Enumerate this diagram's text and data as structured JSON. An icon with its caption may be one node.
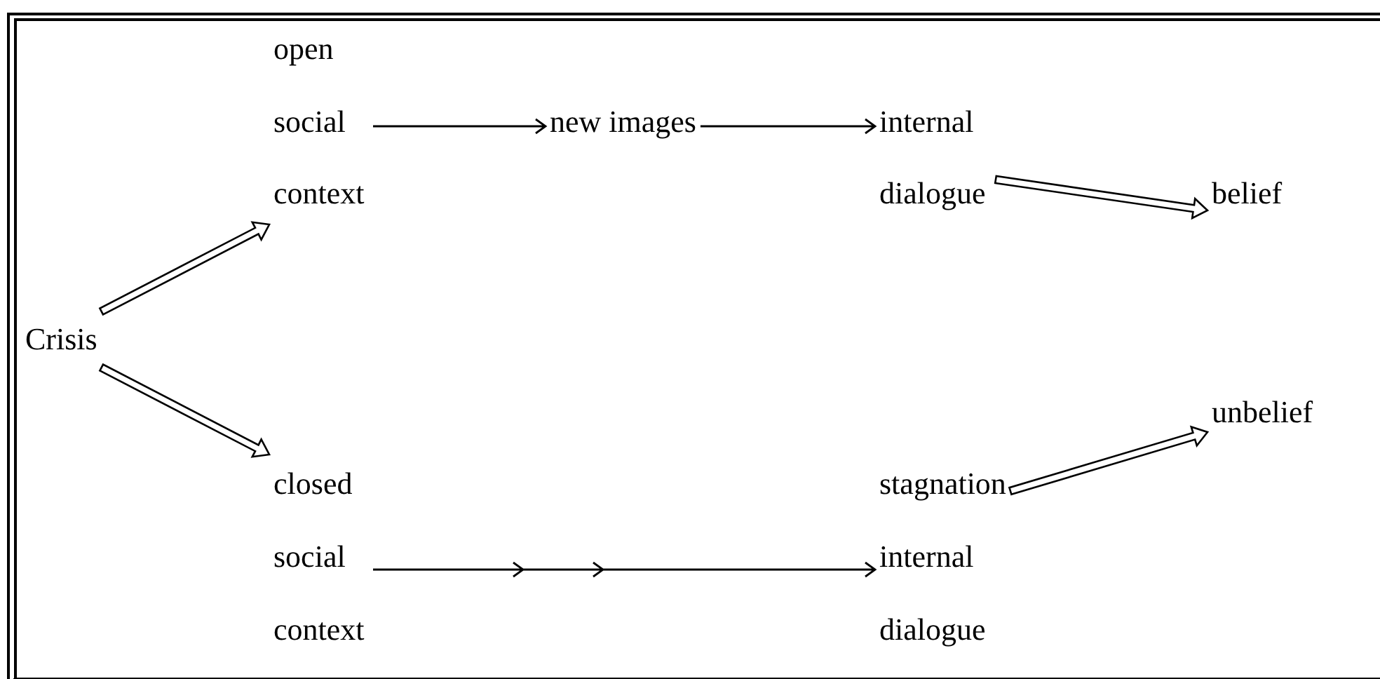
{
  "diagram": {
    "nodes": [
      {
        "text": [
          "open social context"
        ]
      },
      {
        "text": [
          "new images"
        ]
      },
      {
        "text": [
          "internal dialogue"
        ]
      },
      {
        "text": [
          "belief"
        ]
      },
      {
        "text": [
          "Crisis"
        ]
      },
      {
        "text": [
          "unbelief"
        ]
      },
      {
        "text": [
          "closed social context"
        ]
      },
      {
        "text": [
          "stagnation"
        ]
      },
      {
        "text": [
          "internal dialogue"
        ]
      }
    ],
    "edges": [
      {
        "from": 0,
        "to": 1,
        "arrow": "to"
      },
      {
        "from": 1,
        "to": 2,
        "arrow": "to"
      },
      {
        "from": 2,
        "to": 3,
        "arrow": "to"
      },
      {
        "from": 4,
        "to": 0,
        "arrow": "to"
      },
      {
        "from": 4,
        "to": 6,
        "arrow": "to"
      },
      {
        "from": 7,
        "to": 5,
        "arrow": "to"
      },
      {
        "from": 6,
        "to": 8,
        "arrow": "to"
      }
    ]
  }
}
